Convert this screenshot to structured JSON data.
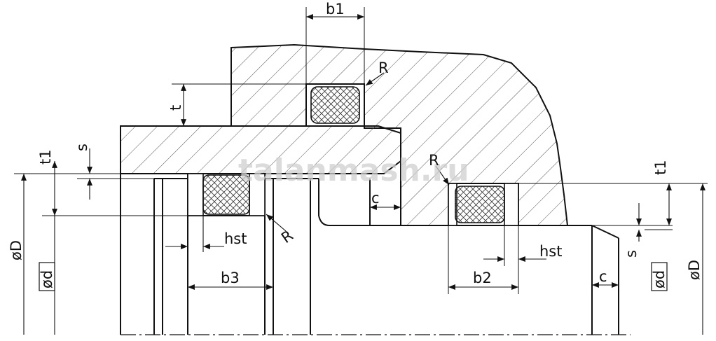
{
  "watermark": "talanmash.ru",
  "labels": {
    "b1": "b1",
    "R_top": "R",
    "R_mid": "R",
    "R_left": "R",
    "t": "t",
    "t1_left": "t1",
    "t1_right": "t1",
    "s_left": "s",
    "s_right": "s",
    "c_mid": "c",
    "c_right": "c",
    "hst_left": "hst",
    "hst_right": "hst",
    "b3": "b3",
    "b2": "b2",
    "D_left": "øD",
    "d_left": "ød",
    "D_right": "øD",
    "d_right": "ød"
  },
  "colors": {
    "line": "#111111",
    "hatch": "#555555",
    "background": "#ffffff"
  }
}
